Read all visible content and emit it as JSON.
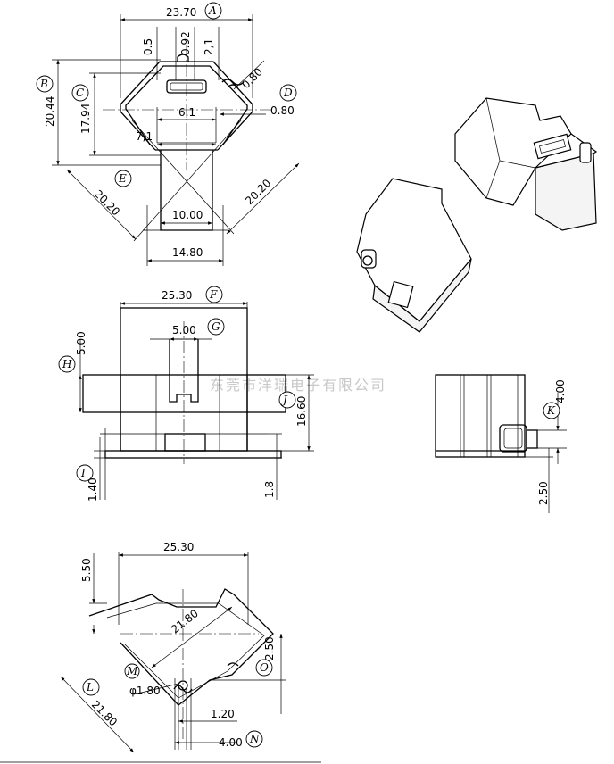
{
  "watermark": "东莞市洋瑞电子有限公司",
  "callouts": [
    "A",
    "B",
    "C",
    "D",
    "E",
    "F",
    "G",
    "H",
    "I",
    "J",
    "K",
    "L",
    "M",
    "N",
    "O"
  ],
  "top_view": {
    "d_23_70": "23.70",
    "d_0_5": "0.5",
    "d_0_92": "0.92",
    "d_2_1": "2,1",
    "d_0_80a": "0.80",
    "d_0_80b": "0.80",
    "d_20_44": "20.44",
    "d_17_94": "17.94",
    "d_6_1": "6,1",
    "d_7_1": "7,1",
    "d_20_20a": "20.20",
    "d_20_20b": "20.20",
    "d_10_00": "10.00",
    "d_14_80": "14.80"
  },
  "front_view": {
    "d_25_30": "25.30",
    "d_5_00w": "5.00",
    "d_5_00h": "5.00",
    "d_16_60": "16.60",
    "d_1_40": "1.40",
    "d_1_8": "1.8"
  },
  "side_view": {
    "d_4_00": "4.00",
    "d_2_50": "2.50"
  },
  "bottom_view": {
    "d_25_30": "25.30",
    "d_5_50": "5.50",
    "d_21_80a": "21.80",
    "d_21_80b": "21.80",
    "d_2_50": "2.50",
    "d_phi_1_80": "φ1.80",
    "d_1_20": "1.20",
    "d_4_00": "4.00"
  }
}
